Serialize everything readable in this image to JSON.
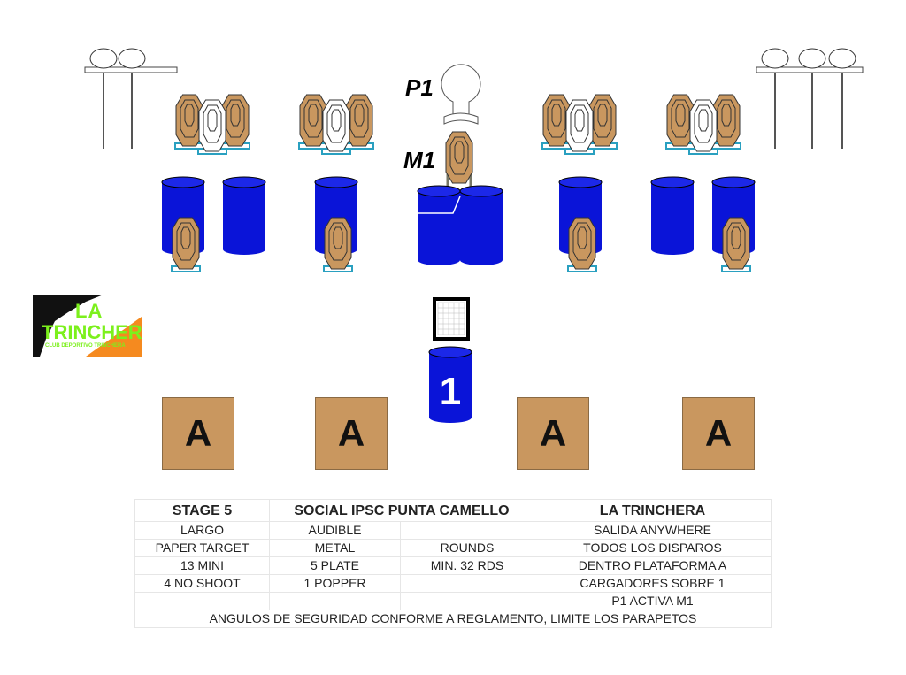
{
  "labels": {
    "popper": "P1",
    "mover": "M1",
    "start_barrel": "1",
    "box": "A"
  },
  "logo": {
    "line1": "LA",
    "line2": "TRINCHERA",
    "sub": "CLUB DEPORTIVO TRINCHERA"
  },
  "table": {
    "header": [
      "STAGE 5",
      "SOCIAL IPSC PUNTA CAMELLO",
      "LA TRINCHERA"
    ],
    "col1": [
      "LARGO",
      "PAPER TARGET",
      "13 MINI",
      "4 NO SHOOT",
      ""
    ],
    "col2": [
      "AUDIBLE",
      "METAL",
      "5 PLATE",
      "1 POPPER",
      ""
    ],
    "col3": [
      "",
      "ROUNDS",
      "MIN. 32 RDS",
      "",
      ""
    ],
    "col4": [
      "SALIDA ANYWHERE",
      "TODOS LOS DISPAROS",
      "DENTRO PLATAFORMA A",
      "CARGADORES SOBRE 1",
      "P1 ACTIVA M1"
    ],
    "footer": "ANGULOS DE SEGURIDAD CONFORME A REGLAMENTO, LIMITE LOS PARAPETOS"
  },
  "colors": {
    "barrel": "#0a14d8",
    "target": "#c9975f",
    "nonshoot": "#ffffff",
    "stand": "#2aa0c0"
  }
}
